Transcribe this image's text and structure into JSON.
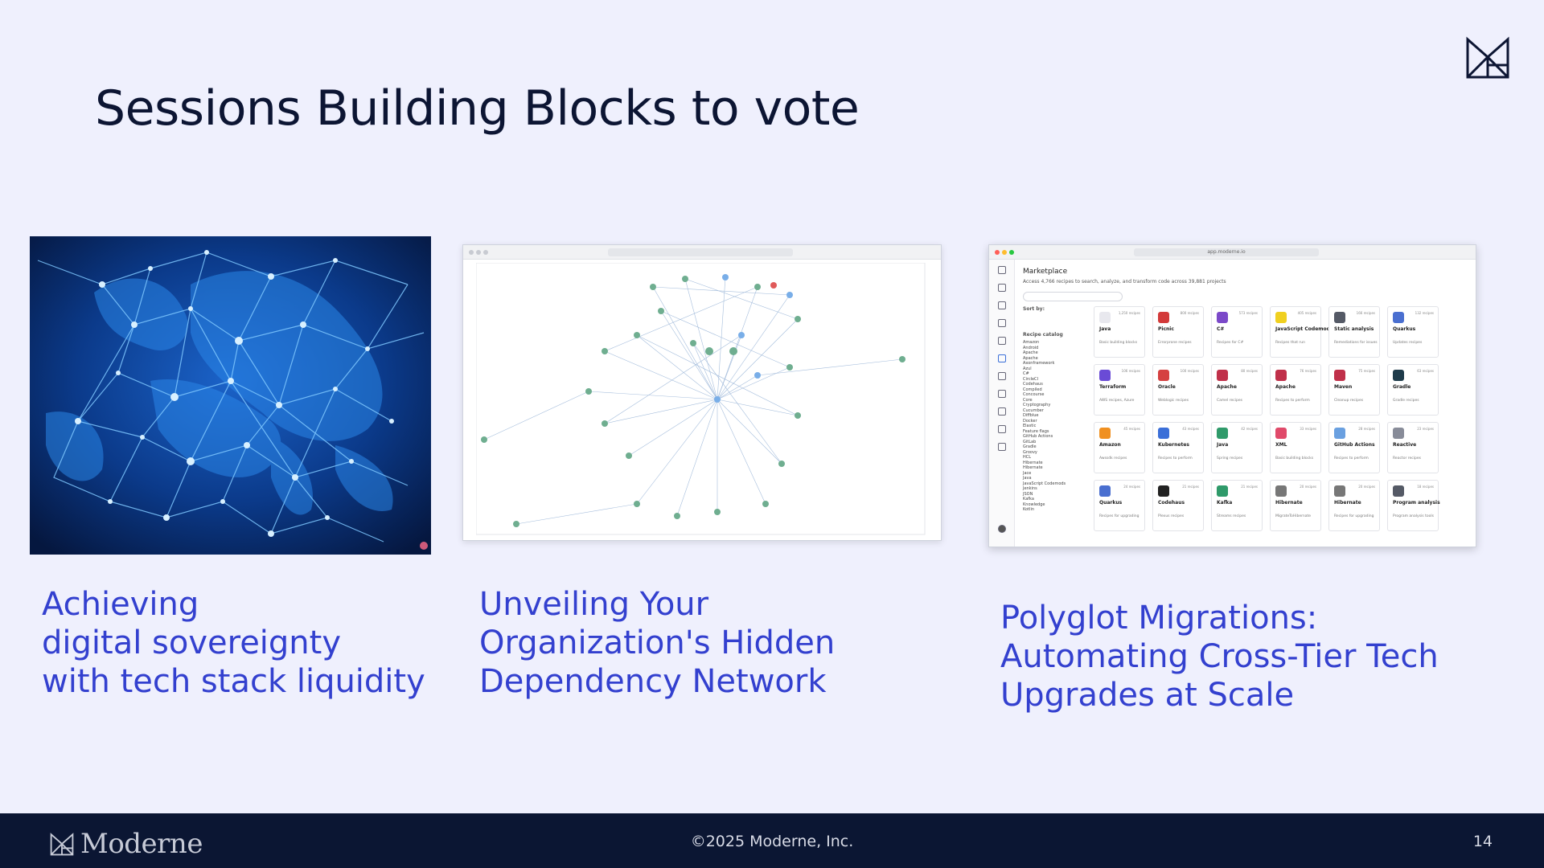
{
  "slide": {
    "title": "Sessions Building Blocks to vote",
    "page_number": "14"
  },
  "cards": [
    {
      "title_lines": [
        "Achieving",
        "digital sovereignty",
        "with tech stack liquidity"
      ]
    },
    {
      "title_lines": [
        "Unveiling Your",
        "Organization's Hidden",
        "Dependency Network"
      ]
    },
    {
      "title_lines": [
        "Polyglot Migrations:",
        "Automating Cross-Tier Tech",
        "Upgrades at Scale"
      ]
    }
  ],
  "footer": {
    "brand": "Moderne",
    "copyright": "©2025 Moderne, Inc."
  },
  "marketplace": {
    "url": "app.moderne.io",
    "heading": "Marketplace",
    "subheading": "Access 4,766 recipes to search, analyze, and transform code across 39,881 projects",
    "sort_label": "Sort by:",
    "catalog_label": "Recipe catalog",
    "catalog": "Amazon\nAndroid\nApache\nApache\nAxonframework\nAzul\nC#\nCircleCI\nCodehaus\nCompiled\nConcourse\nCore\nCryptography\nCucumber\nDiffblue\nDocker\nElastic\nFeature flags\nGitHub Actions\nGitLab\nGradle\nGroovy\nHCL\nHibernate\nHibernate\nJace\nJava\nJavaScript Codemods\nJenkins\nJSON\nKafka\nKnowledge\nKotlin",
    "recipes": [
      {
        "name": "Java",
        "count": "1,250 recipes",
        "desc": "Basic building blocks",
        "color": "#e8e8ee"
      },
      {
        "name": "Picnic",
        "count": "800 recipes",
        "desc": "Errorprone recipes",
        "color": "#d33a3a"
      },
      {
        "name": "C#",
        "count": "573 recipes",
        "desc": "Recipes for C#",
        "color": "#7b49c9"
      },
      {
        "name": "JavaScript Codemods",
        "count": "405 recipes",
        "desc": "Recipes that run",
        "color": "#f0d020"
      },
      {
        "name": "Static analysis",
        "count": "166 recipes",
        "desc": "Remediations for issues",
        "color": "#555a66"
      },
      {
        "name": "Quarkus",
        "count": "132 recipes",
        "desc": "Updates recipes",
        "color": "#4a6fd0"
      },
      {
        "name": "Terraform",
        "count": "106 recipes",
        "desc": "AWS recipes, Azure",
        "color": "#6a4bd6"
      },
      {
        "name": "Oracle",
        "count": "100 recipes",
        "desc": "Weblogic recipes",
        "color": "#d54040"
      },
      {
        "name": "Apache",
        "count": "80 recipes",
        "desc": "Camel recipes",
        "color": "#c0304a"
      },
      {
        "name": "Apache",
        "count": "76 recipes",
        "desc": "Recipes to perform",
        "color": "#c0304a"
      },
      {
        "name": "Maven",
        "count": "75 recipes",
        "desc": "Cleanup recipes",
        "color": "#c0304a"
      },
      {
        "name": "Gradle",
        "count": "63 recipes",
        "desc": "Gradle recipes",
        "color": "#1e3b4a"
      },
      {
        "name": "Amazon",
        "count": "45 recipes",
        "desc": "Awssdk recipes",
        "color": "#f09020"
      },
      {
        "name": "Kubernetes",
        "count": "43 recipes",
        "desc": "Recipes to perform",
        "color": "#3b6fd8"
      },
      {
        "name": "Java",
        "count": "42 recipes",
        "desc": "Spring recipes",
        "color": "#2f9a6a"
      },
      {
        "name": "XML",
        "count": "33 recipes",
        "desc": "Basic building blocks",
        "color": "#e04a6a"
      },
      {
        "name": "GitHub Actions",
        "count": "28 recipes",
        "desc": "Recipes to perform",
        "color": "#6aa0e0"
      },
      {
        "name": "Reactive",
        "count": "23 recipes",
        "desc": "Reactor recipes",
        "color": "#888c99"
      },
      {
        "name": "Quarkus",
        "count": "24 recipes",
        "desc": "Recipes for upgrading",
        "color": "#4a6fd0"
      },
      {
        "name": "Codehaus",
        "count": "21 recipes",
        "desc": "Plexus recipes",
        "color": "#222"
      },
      {
        "name": "Kafka",
        "count": "21 recipes",
        "desc": "Streams recipes",
        "color": "#2f9a6a"
      },
      {
        "name": "Hibernate",
        "count": "20 recipes",
        "desc": "MigrateToHibernate",
        "color": "#777"
      },
      {
        "name": "Hibernate",
        "count": "20 recipes",
        "desc": "Recipes for upgrading",
        "color": "#777"
      },
      {
        "name": "Program analysis",
        "count": "18 recipes",
        "desc": "Program analysis tools",
        "color": "#555a66"
      }
    ]
  },
  "colors": {
    "background": "#eff0fd",
    "title": "#0c1533",
    "accent": "#3340cf",
    "footer": "#0b1633"
  }
}
